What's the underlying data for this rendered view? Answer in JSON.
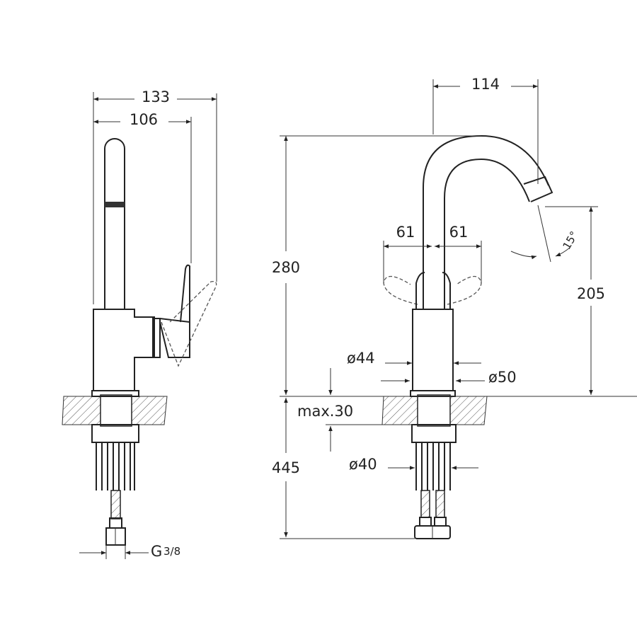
{
  "title": "Faucet technical drawing",
  "side_view": {
    "width_total": "133",
    "width_spout": "106",
    "connection_thread": "G",
    "connection_fraction": "3/8"
  },
  "front_view": {
    "spout_reach": "114",
    "height_total": "280",
    "spout_height": "205",
    "lever_left": "61",
    "lever_right": "61",
    "swivel_angle": "15°",
    "body_diameter": "ø44",
    "base_diameter": "ø50",
    "counter_thickness": "max.30",
    "shank_diameter": "ø40",
    "hose_length": "445"
  },
  "colors": {
    "line": "#222222",
    "hatch": "#555555"
  }
}
